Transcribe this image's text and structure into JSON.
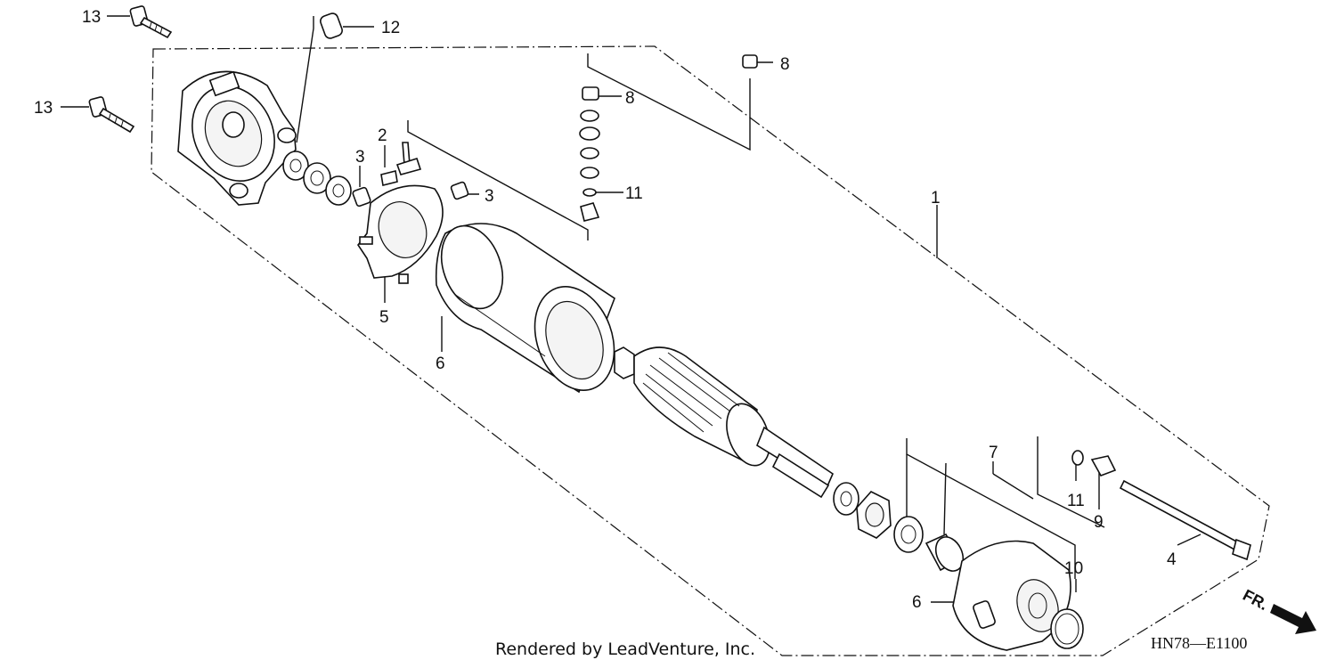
{
  "callouts": [
    {
      "id": "c1",
      "label": "1"
    },
    {
      "id": "c2",
      "label": "2"
    },
    {
      "id": "c3a",
      "label": "3"
    },
    {
      "id": "c3b",
      "label": "3"
    },
    {
      "id": "c4",
      "label": "4"
    },
    {
      "id": "c5",
      "label": "5"
    },
    {
      "id": "c6a",
      "label": "6"
    },
    {
      "id": "c6b",
      "label": "6"
    },
    {
      "id": "c7",
      "label": "7"
    },
    {
      "id": "c8a",
      "label": "8"
    },
    {
      "id": "c8b",
      "label": "8"
    },
    {
      "id": "c9",
      "label": "9"
    },
    {
      "id": "c10",
      "label": "10"
    },
    {
      "id": "c11a",
      "label": "11"
    },
    {
      "id": "c11b",
      "label": "11"
    },
    {
      "id": "c12",
      "label": "12"
    },
    {
      "id": "c13a",
      "label": "13"
    },
    {
      "id": "c13b",
      "label": "13"
    }
  ],
  "credit": "Rendered by LeadVenture, Inc.",
  "diagram_code": "HN78—E1100",
  "front_marker": "FR."
}
